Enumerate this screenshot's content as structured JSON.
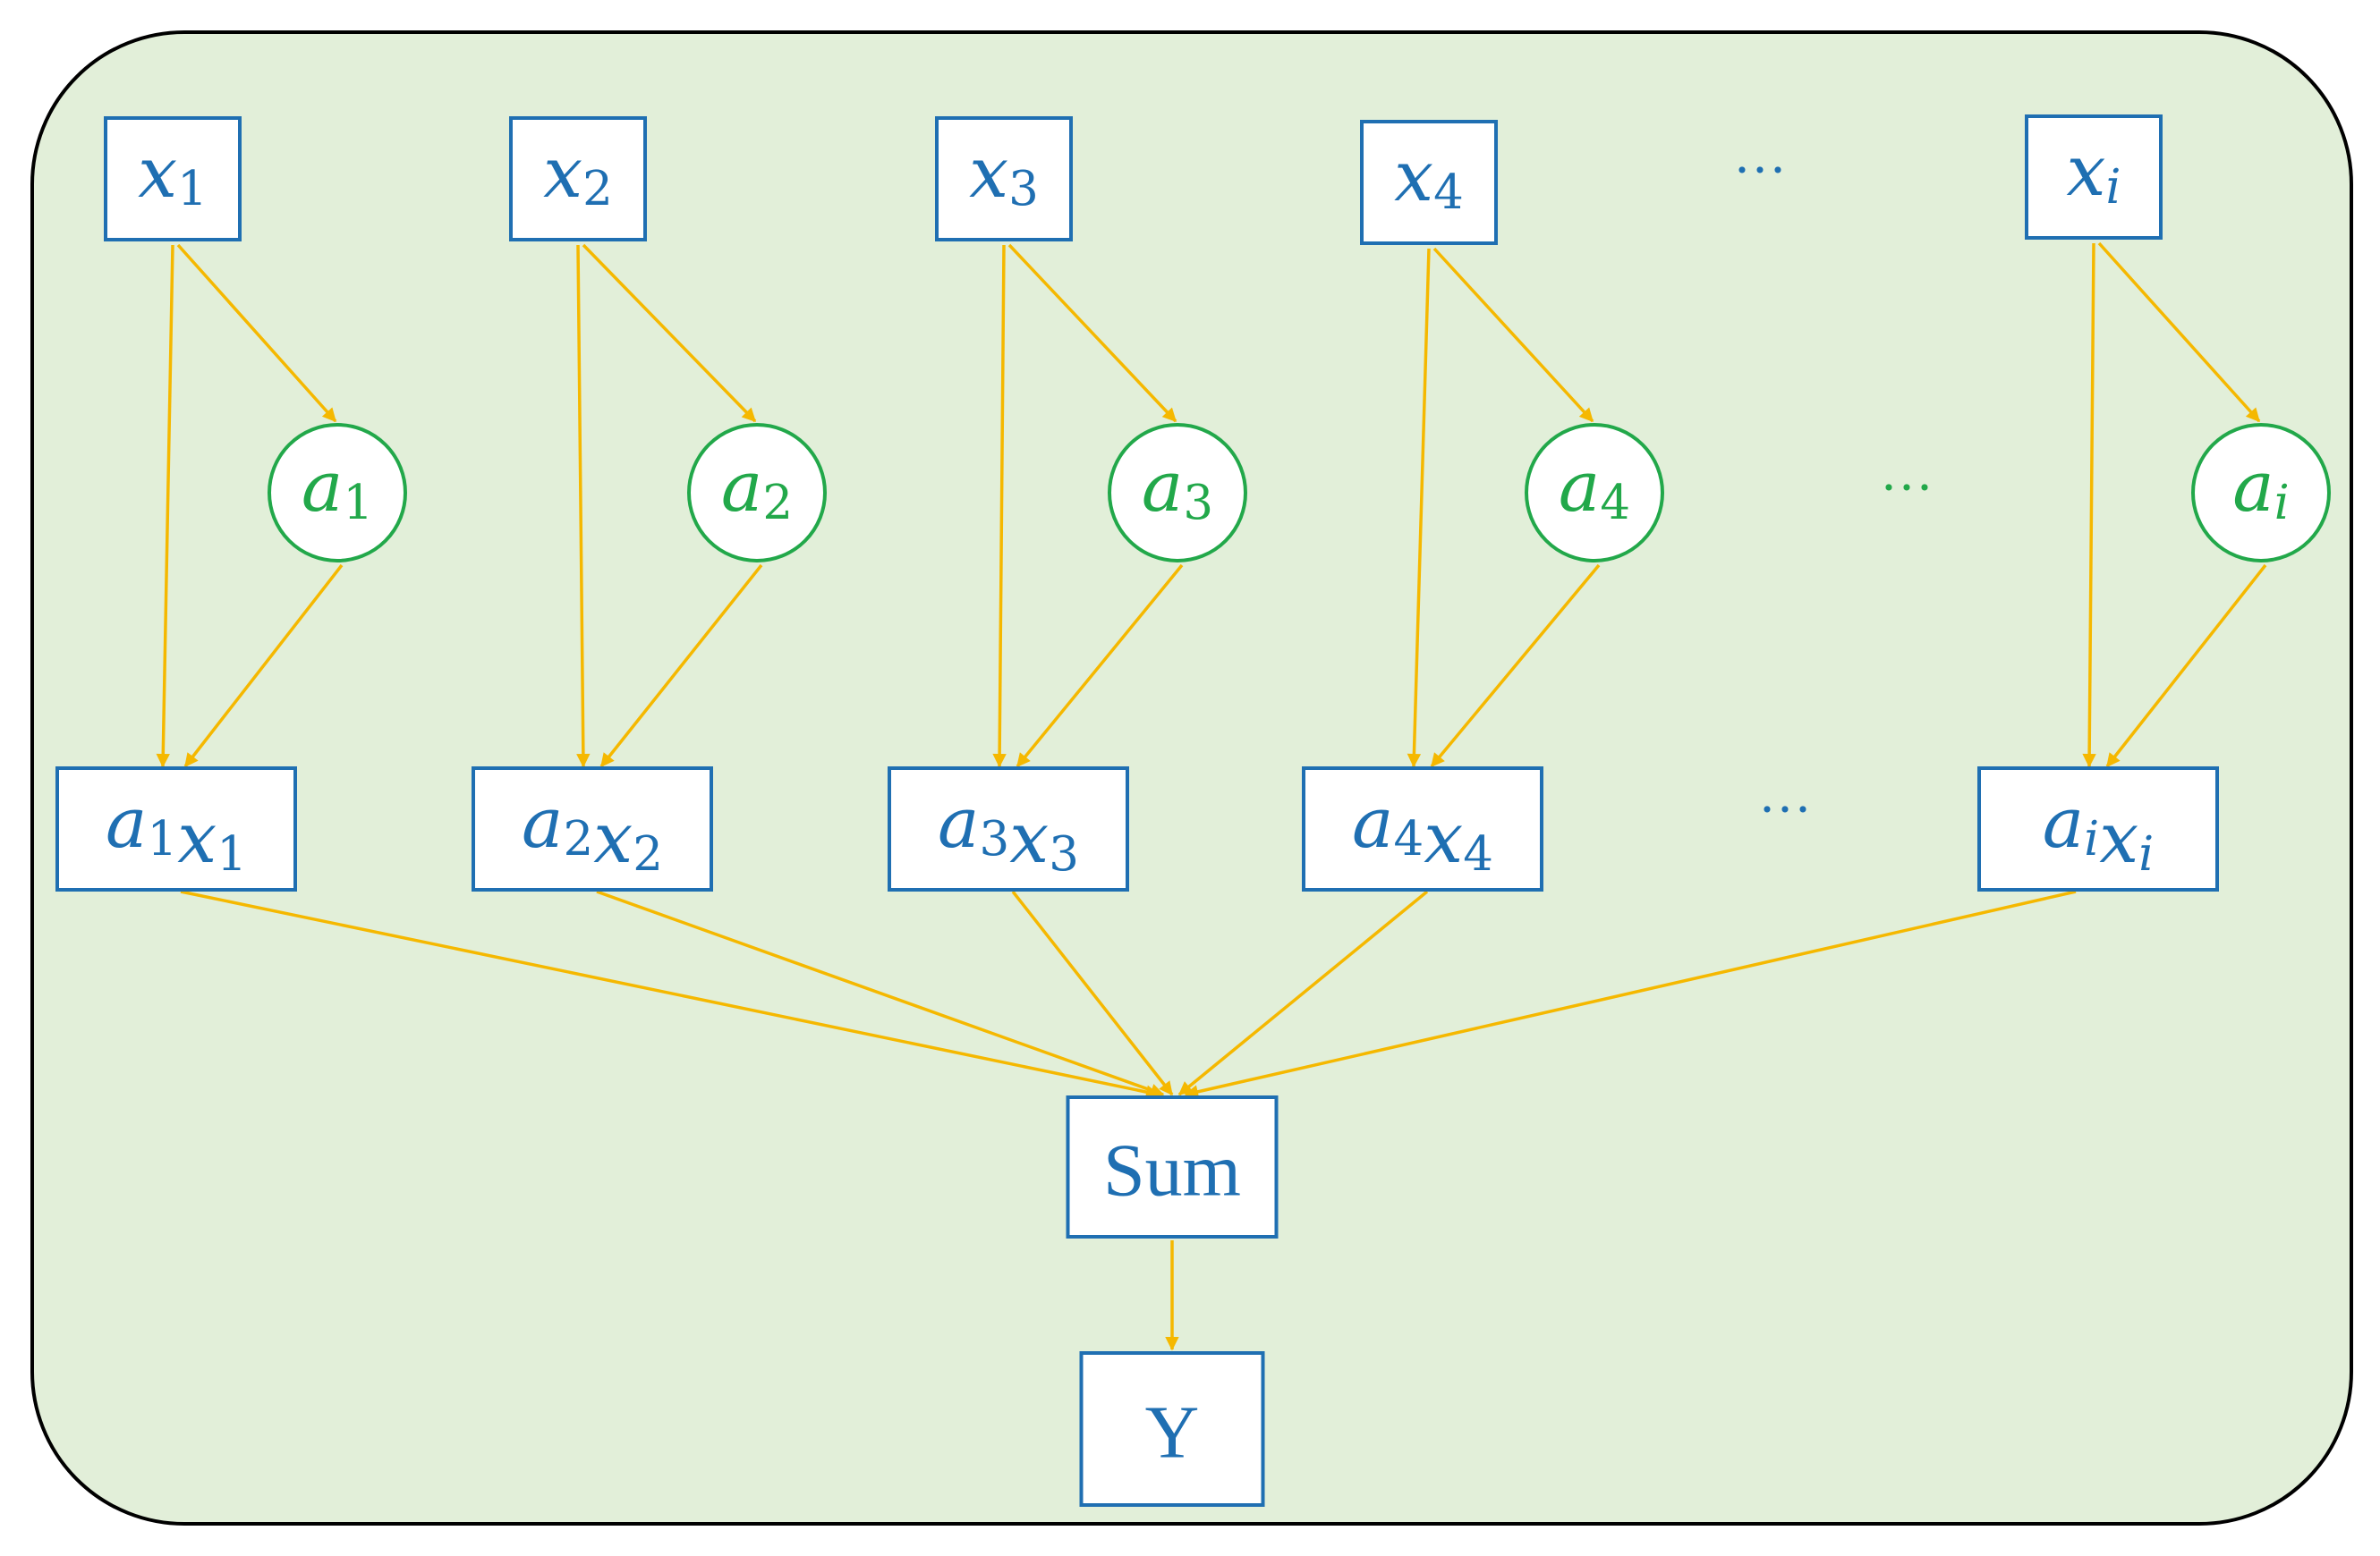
{
  "colors": {
    "panel_fill": "#e2efd9",
    "panel_border": "#000000",
    "box_border": "#1f6fb2",
    "text_blue": "#1f6fb2",
    "weight_green": "#22a84a",
    "arrow_yellow": "#f5b800"
  },
  "inputs": [
    {
      "base": "x",
      "sub": "1"
    },
    {
      "base": "x",
      "sub": "2"
    },
    {
      "base": "x",
      "sub": "3"
    },
    {
      "base": "x",
      "sub": "4"
    },
    {
      "base": "x",
      "sub": "i"
    }
  ],
  "weights": [
    {
      "base": "a",
      "sub": "1"
    },
    {
      "base": "a",
      "sub": "2"
    },
    {
      "base": "a",
      "sub": "3"
    },
    {
      "base": "a",
      "sub": "4"
    },
    {
      "base": "a",
      "sub": "i"
    }
  ],
  "products": [
    {
      "base1": "a",
      "sub1": "1",
      "base2": "x",
      "sub2": "1"
    },
    {
      "base1": "a",
      "sub1": "2",
      "base2": "x",
      "sub2": "2"
    },
    {
      "base1": "a",
      "sub1": "3",
      "base2": "x",
      "sub2": "3"
    },
    {
      "base1": "a",
      "sub1": "4",
      "base2": "x",
      "sub2": "4"
    },
    {
      "base1": "a",
      "sub1": "i",
      "base2": "x",
      "sub2": "i"
    }
  ],
  "ellipsis": "···",
  "sum_label": "Sum",
  "output_label": "Y"
}
